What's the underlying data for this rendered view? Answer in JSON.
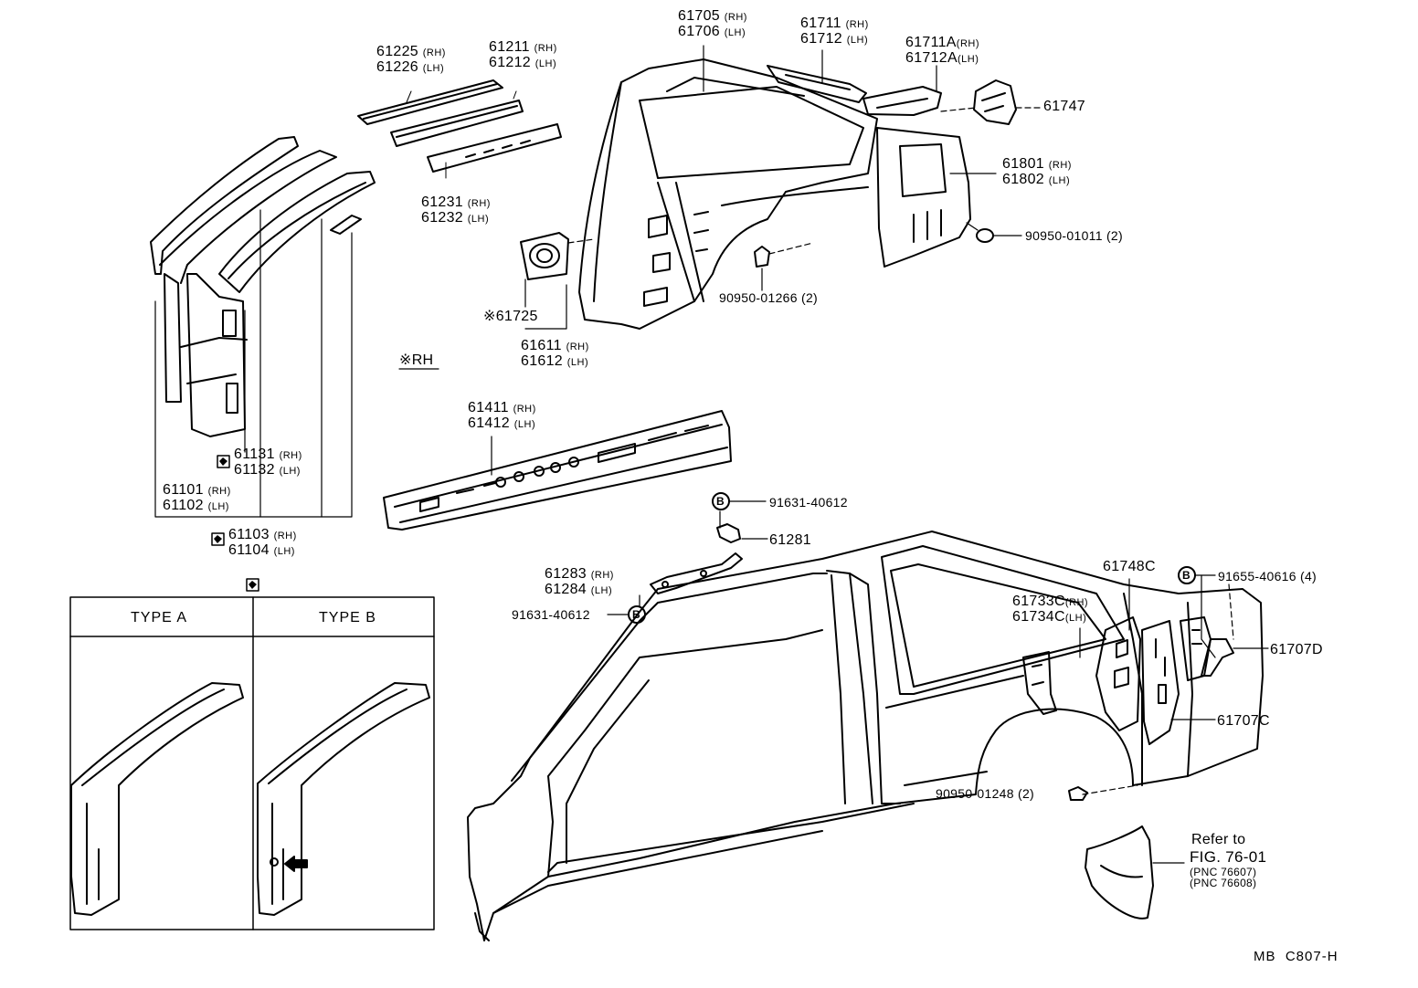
{
  "labels": {
    "p61225": {
      "num": "61225",
      "sfx": "(RH)"
    },
    "p61226": {
      "num": "61226",
      "sfx": "(LH)"
    },
    "p61211": {
      "num": "61211",
      "sfx": "(RH)"
    },
    "p61212": {
      "num": "61212",
      "sfx": "(LH)"
    },
    "p61705": {
      "num": "61705",
      "sfx": "(RH)"
    },
    "p61706": {
      "num": "61706",
      "sfx": "(LH)"
    },
    "p61711": {
      "num": "61711",
      "sfx": "(RH)"
    },
    "p61712": {
      "num": "61712",
      "sfx": "(LH)"
    },
    "p61711A": {
      "num": "61711A",
      "sfx": "(RH)"
    },
    "p61712A": {
      "num": "61712A",
      "sfx": "(LH)"
    },
    "p61747": {
      "num": "61747"
    },
    "p61801": {
      "num": "61801",
      "sfx": "(RH)"
    },
    "p61802": {
      "num": "61802",
      "sfx": "(LH)"
    },
    "p90950_01011": {
      "num": "90950-01011 (2)"
    },
    "p61231": {
      "num": "61231",
      "sfx": "(RH)"
    },
    "p61232": {
      "num": "61232",
      "sfx": "(LH)"
    },
    "p90950_01266": {
      "num": "90950-01266 (2)"
    },
    "p61725": {
      "num": "※61725"
    },
    "p61611": {
      "num": "61611",
      "sfx": "(RH)"
    },
    "p61612": {
      "num": "61612",
      "sfx": "(LH)"
    },
    "rh_note": {
      "num": "※RH"
    },
    "p61411": {
      "num": "61411",
      "sfx": "(RH)"
    },
    "p61412": {
      "num": "61412",
      "sfx": "(LH)"
    },
    "p61131": {
      "num": "61131",
      "sfx": "(RH)"
    },
    "p61132": {
      "num": "61132",
      "sfx": "(LH)"
    },
    "p61101": {
      "num": "61101",
      "sfx": "(RH)"
    },
    "p61102": {
      "num": "61102",
      "sfx": "(LH)"
    },
    "p61103": {
      "num": "61103",
      "sfx": "(RH)"
    },
    "p61104": {
      "num": "61104",
      "sfx": "(LH)"
    },
    "p91631_40612_top": {
      "num": "91631-40612"
    },
    "p61281": {
      "num": "61281"
    },
    "p61283": {
      "num": "61283",
      "sfx": "(RH)"
    },
    "p61284": {
      "num": "61284",
      "sfx": "(LH)"
    },
    "p91631_40612_bot": {
      "num": "91631-40612"
    },
    "p61748C": {
      "num": "61748C"
    },
    "p91655_40616": {
      "num": "91655-40616 (4)"
    },
    "p61733C": {
      "num": "61733C",
      "sfx": "(RH)"
    },
    "p61734C": {
      "num": "61734C",
      "sfx": "(LH)"
    },
    "p61707D": {
      "num": "61707D"
    },
    "p61707C": {
      "num": "61707C"
    },
    "p90950_01248": {
      "num": "90950-01248 (2)"
    },
    "refer1": {
      "num": "Refer to"
    },
    "refer2": {
      "num": "FIG. 76-01"
    },
    "refer3": {
      "num": "(PNC 76607)"
    },
    "refer4": {
      "num": "(PNC 76608)"
    }
  },
  "inset": {
    "type_a": "TYPE A",
    "type_b": "TYPE B"
  },
  "bolt_symbol": "B",
  "footer_code": "MB  C807-H"
}
